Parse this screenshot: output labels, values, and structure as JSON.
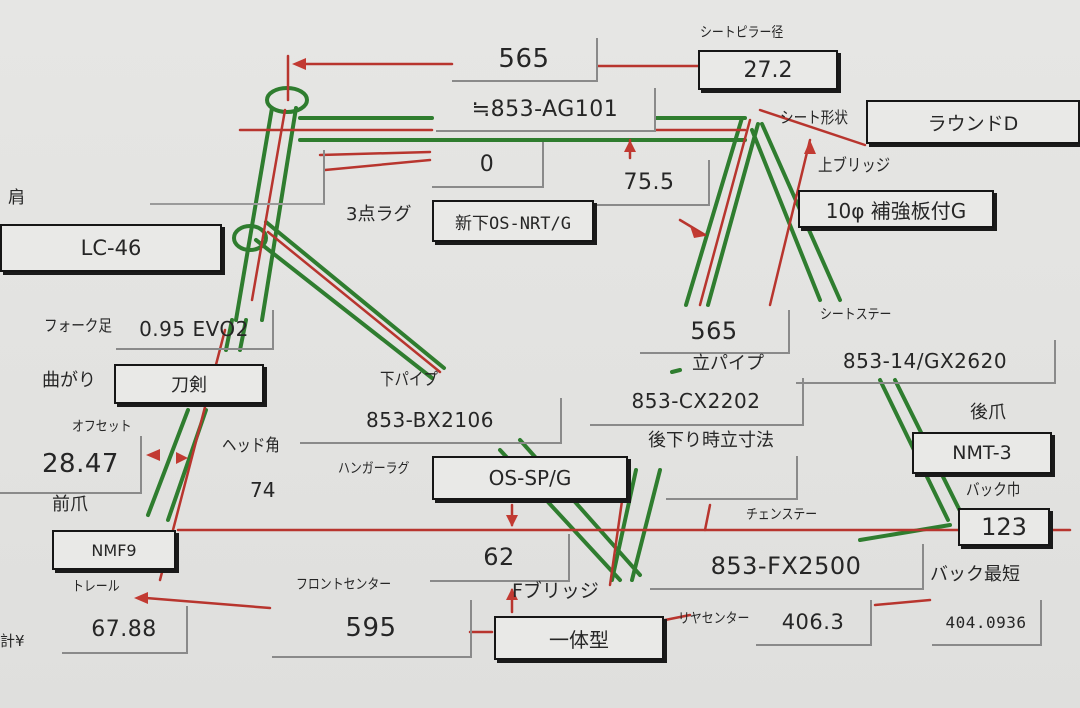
{
  "colors": {
    "tube_outline": "#2f7d2f",
    "dimension_line": "#b8352e",
    "box_border": "#161616",
    "background": "#e4e4e2"
  },
  "top": {
    "top_tube_length": "565",
    "top_tube_part": "≒853-AG101",
    "top_tube_slope": "0",
    "seat_lug_offset": "75.5"
  },
  "seat_pillar": {
    "label": "シートピラー径",
    "value": "27.2"
  },
  "seat_shape": {
    "label": "シート形状",
    "value": "ラウンドD"
  },
  "upper_bridge": {
    "label": "上ブリッジ",
    "value": "10φ 補強板付G"
  },
  "shoulder": {
    "label": "肩",
    "value": "LC-46"
  },
  "three_point_lug": {
    "label": "3点ラグ",
    "value": "新下OS-NRT/G"
  },
  "fork_blade": {
    "label": "フォーク足",
    "value": "0.95 EVO2"
  },
  "fork_bend": {
    "label": "曲がり",
    "value": "刀剣"
  },
  "offset": {
    "label": "オフセット",
    "value": "28.47"
  },
  "head_angle": {
    "label": "ヘッド角",
    "value": "74"
  },
  "front_dropout": {
    "label": "前爪",
    "value": "NMF9"
  },
  "trail": {
    "label": "トレール",
    "value": "67.88"
  },
  "down_tube": {
    "label": "下パイプ",
    "value": "853-BX2106"
  },
  "hanger_lug": {
    "label": "ハンガーラグ",
    "value": "OS-SP/G"
  },
  "bb_drop": {
    "value": "62"
  },
  "front_center": {
    "label": "フロントセンター",
    "value": "595"
  },
  "chainstay_bridge": {
    "label": "Fブリッジ",
    "value": "一体型"
  },
  "seat_tube": {
    "length": "565",
    "label": "立パイプ",
    "value": "853-CX2202",
    "note": "後下り時立寸法"
  },
  "seat_stay": {
    "label": "シートステー",
    "value": "853-14/GX2620"
  },
  "rear_dropout": {
    "label": "後爪",
    "value": "NMT-3"
  },
  "rear_spacing": {
    "label": "バック巾",
    "value": "123"
  },
  "chainstay": {
    "label": "チェンステー",
    "value": "853-FX2500"
  },
  "rear_center": {
    "label": "リヤセンター",
    "value": "406.3"
  },
  "rear_shortest": {
    "label": "バック最短",
    "value": "404.0936"
  },
  "cut_off_label": "計¥"
}
